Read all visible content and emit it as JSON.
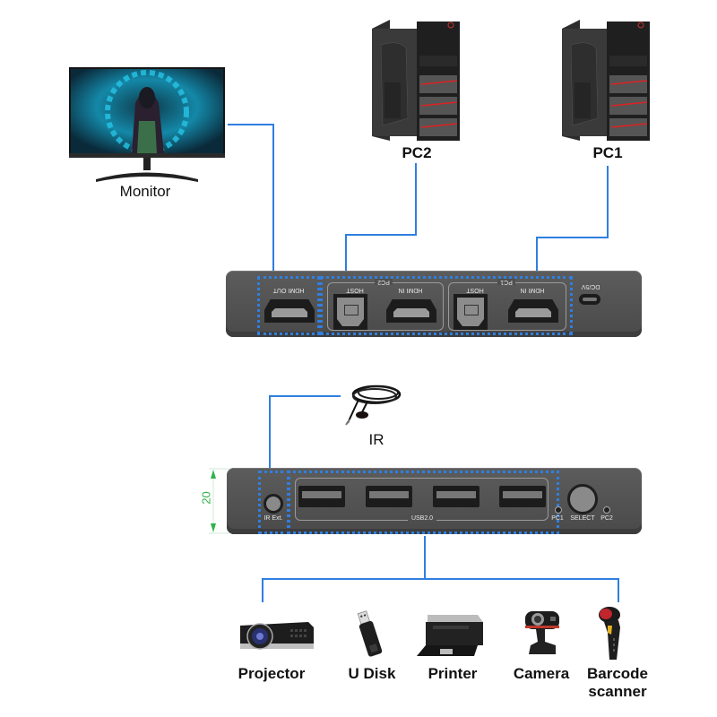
{
  "diagram": {
    "title": "KVM switch connection diagram",
    "wire_color": "#2f7fe0",
    "dimension_color": "#2fb34a"
  },
  "devices": {
    "monitor": {
      "label": "Monitor",
      "icon": "monitor-icon"
    },
    "pc2": {
      "label": "PC2",
      "icon": "desktop-tower-icon"
    },
    "pc1": {
      "label": "PC1",
      "icon": "desktop-tower-icon"
    },
    "ir": {
      "label": "IR",
      "icon": "ir-cable-icon"
    }
  },
  "back_panel": {
    "hdmi_out_label": "HDMI OUT",
    "pc2_group_label": "PC2",
    "pc2_host_label": "HOST",
    "pc2_hdmi_in_label": "HDMI IN",
    "pc1_group_label": "PC1",
    "pc1_host_label": "HOST",
    "pc1_hdmi_in_label": "HDMI IN",
    "power_label": "DC/5V"
  },
  "front_panel": {
    "ir_label": "IR Ext.",
    "usb_group_label": "USB2.0",
    "led_pc1_label": "PC1",
    "select_label": "SELECT",
    "led_pc2_label": "PC2",
    "height_dimension": "20",
    "usb_port_count": 4
  },
  "peripherals": [
    {
      "label": "Projector",
      "icon": "projector-icon"
    },
    {
      "label": "U Disk",
      "icon": "usb-flash-drive-icon"
    },
    {
      "label": "Printer",
      "icon": "printer-icon"
    },
    {
      "label": "Camera",
      "icon": "webcam-icon"
    },
    {
      "label": "Barcode\nscanner",
      "label_line1": "Barcode",
      "label_line2": "scanner",
      "icon": "barcode-scanner-icon"
    }
  ]
}
